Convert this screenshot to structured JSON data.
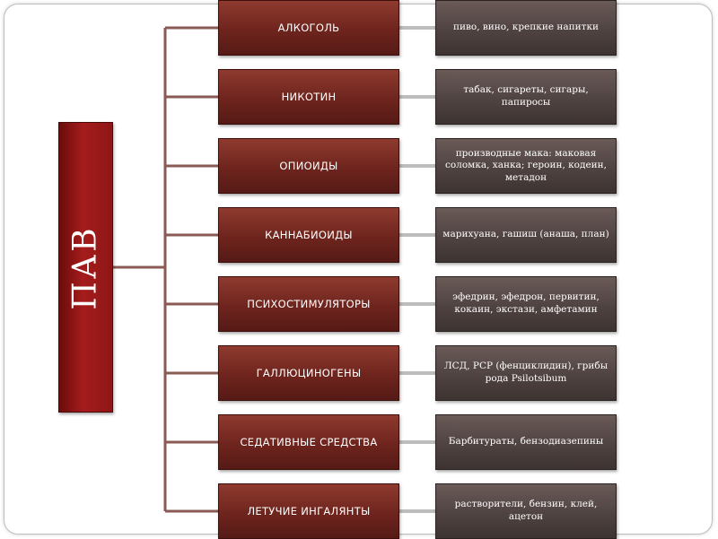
{
  "root": {
    "label": "ПАВ"
  },
  "rows": [
    {
      "category": "АЛКОГОЛЬ",
      "examples": "пиво, вино, крепкие напитки"
    },
    {
      "category": "НИКОТИН",
      "examples": "табак, сигареты, сигары, папиросы"
    },
    {
      "category": "ОПИОИДЫ",
      "examples": "производные мака: маковая соломка, ханка; героин, кодеин, метадон"
    },
    {
      "category": "КАННАБИОИДЫ",
      "examples": "марихуана, гашиш (анаша, план)"
    },
    {
      "category": "ПСИХОСТИМУЛЯТОРЫ",
      "examples": "эфедрин, эфедрон, первитин, кокаин, экстази, амфетамин"
    },
    {
      "category": "ГАЛЛЮЦИНОГЕНЫ",
      "examples": "ЛСД, PCP (фенциклидин), грибы рода Psilotsibum"
    },
    {
      "category": "СЕДАТИВНЫЕ СРЕДСТВА",
      "examples": "Барбитураты, бензодиазепины"
    },
    {
      "category": "ЛЕТУЧИЕ ИНГАЛЯНТЫ",
      "examples": "растворители, бензин, клей, ацетон"
    }
  ],
  "colors": {
    "root": "#a51c1c",
    "category_box": "#6e241d",
    "example_box": "#4f4341",
    "trunk_connector": "#8a5a55",
    "side_connector": "#bdbdbd"
  }
}
